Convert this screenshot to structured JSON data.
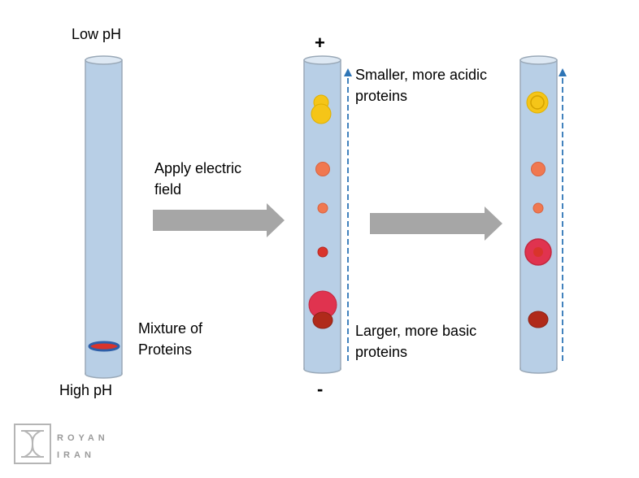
{
  "labels": {
    "low_ph": "Low pH",
    "high_ph": "High pH",
    "mixture_line1": "Mixture of",
    "mixture_line2": "Proteins",
    "apply_line1": "Apply electric",
    "apply_line2": "field",
    "plus": "+",
    "minus": "-",
    "acidic_line1": "Smaller, more acidic",
    "acidic_line2": "proteins",
    "basic_line1": "Larger, more basic",
    "basic_line2": "proteins"
  },
  "logo": {
    "word1": "ROYAN",
    "word2": "IRAN"
  },
  "colors": {
    "tube_fill": "#b8cfe6",
    "tube_stroke": "#9aa9b8",
    "arrow_gray": "#a6a6a6",
    "dashed_blue": "#2e75b6",
    "yellow": "#f5c518",
    "orange": "#f07850",
    "red": "#d9342b",
    "crimson": "#e0334f",
    "dark_red": "#b02a1a",
    "band_blue": "#2e5fa8"
  },
  "icons": {
    "logo": "royan-logo-icon",
    "arrow": "right-arrow-icon",
    "field_arrow": "up-arrow-icon"
  }
}
